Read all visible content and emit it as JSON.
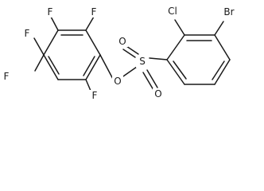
{
  "molecule": {
    "atoms": {
      "f_top_left": "F",
      "f_top_right": "F",
      "f_upper_left": "F",
      "f_lower_left": "F",
      "f_bottom": "F",
      "o_ester": "O",
      "s_sulfonyl": "S",
      "o_sulfonyl_top": "O",
      "o_sulfonyl_bottom": "O",
      "cl": "Cl",
      "br": "Br"
    },
    "colors": {
      "ink": "#1a1a1a",
      "background": "#ffffff"
    }
  }
}
